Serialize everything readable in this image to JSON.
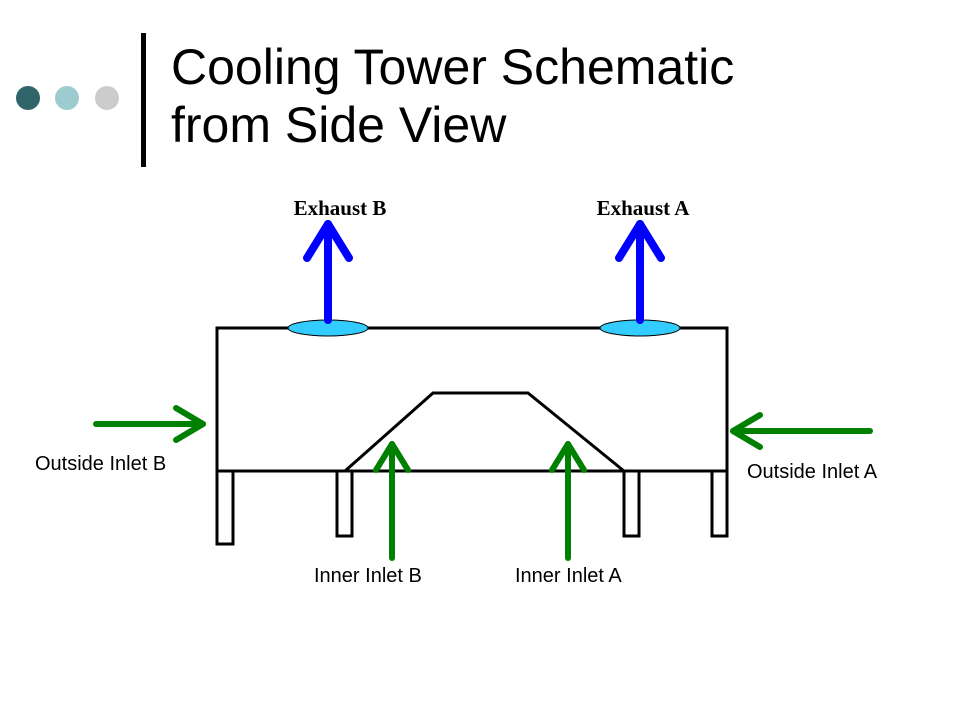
{
  "slide": {
    "title_line1": "Cooling Tower Schematic",
    "title_line2": "from Side View",
    "bullet_dot_colors": [
      "#2f6469",
      "#9ccccf",
      "#cccccc"
    ]
  },
  "diagram": {
    "labels": {
      "exhaust_b": "Exhaust B",
      "exhaust_a": "Exhaust A",
      "outside_inlet_b": "Outside Inlet B",
      "outside_inlet_a": "Outside Inlet A",
      "inner_inlet_b": "Inner Inlet B",
      "inner_inlet_a": "Inner Inlet A"
    },
    "colors": {
      "exhaust_arrow": "#0000ff",
      "inlet_arrow": "#008000",
      "exhaust_opening": "#33ccff",
      "structure": "#000000"
    }
  }
}
